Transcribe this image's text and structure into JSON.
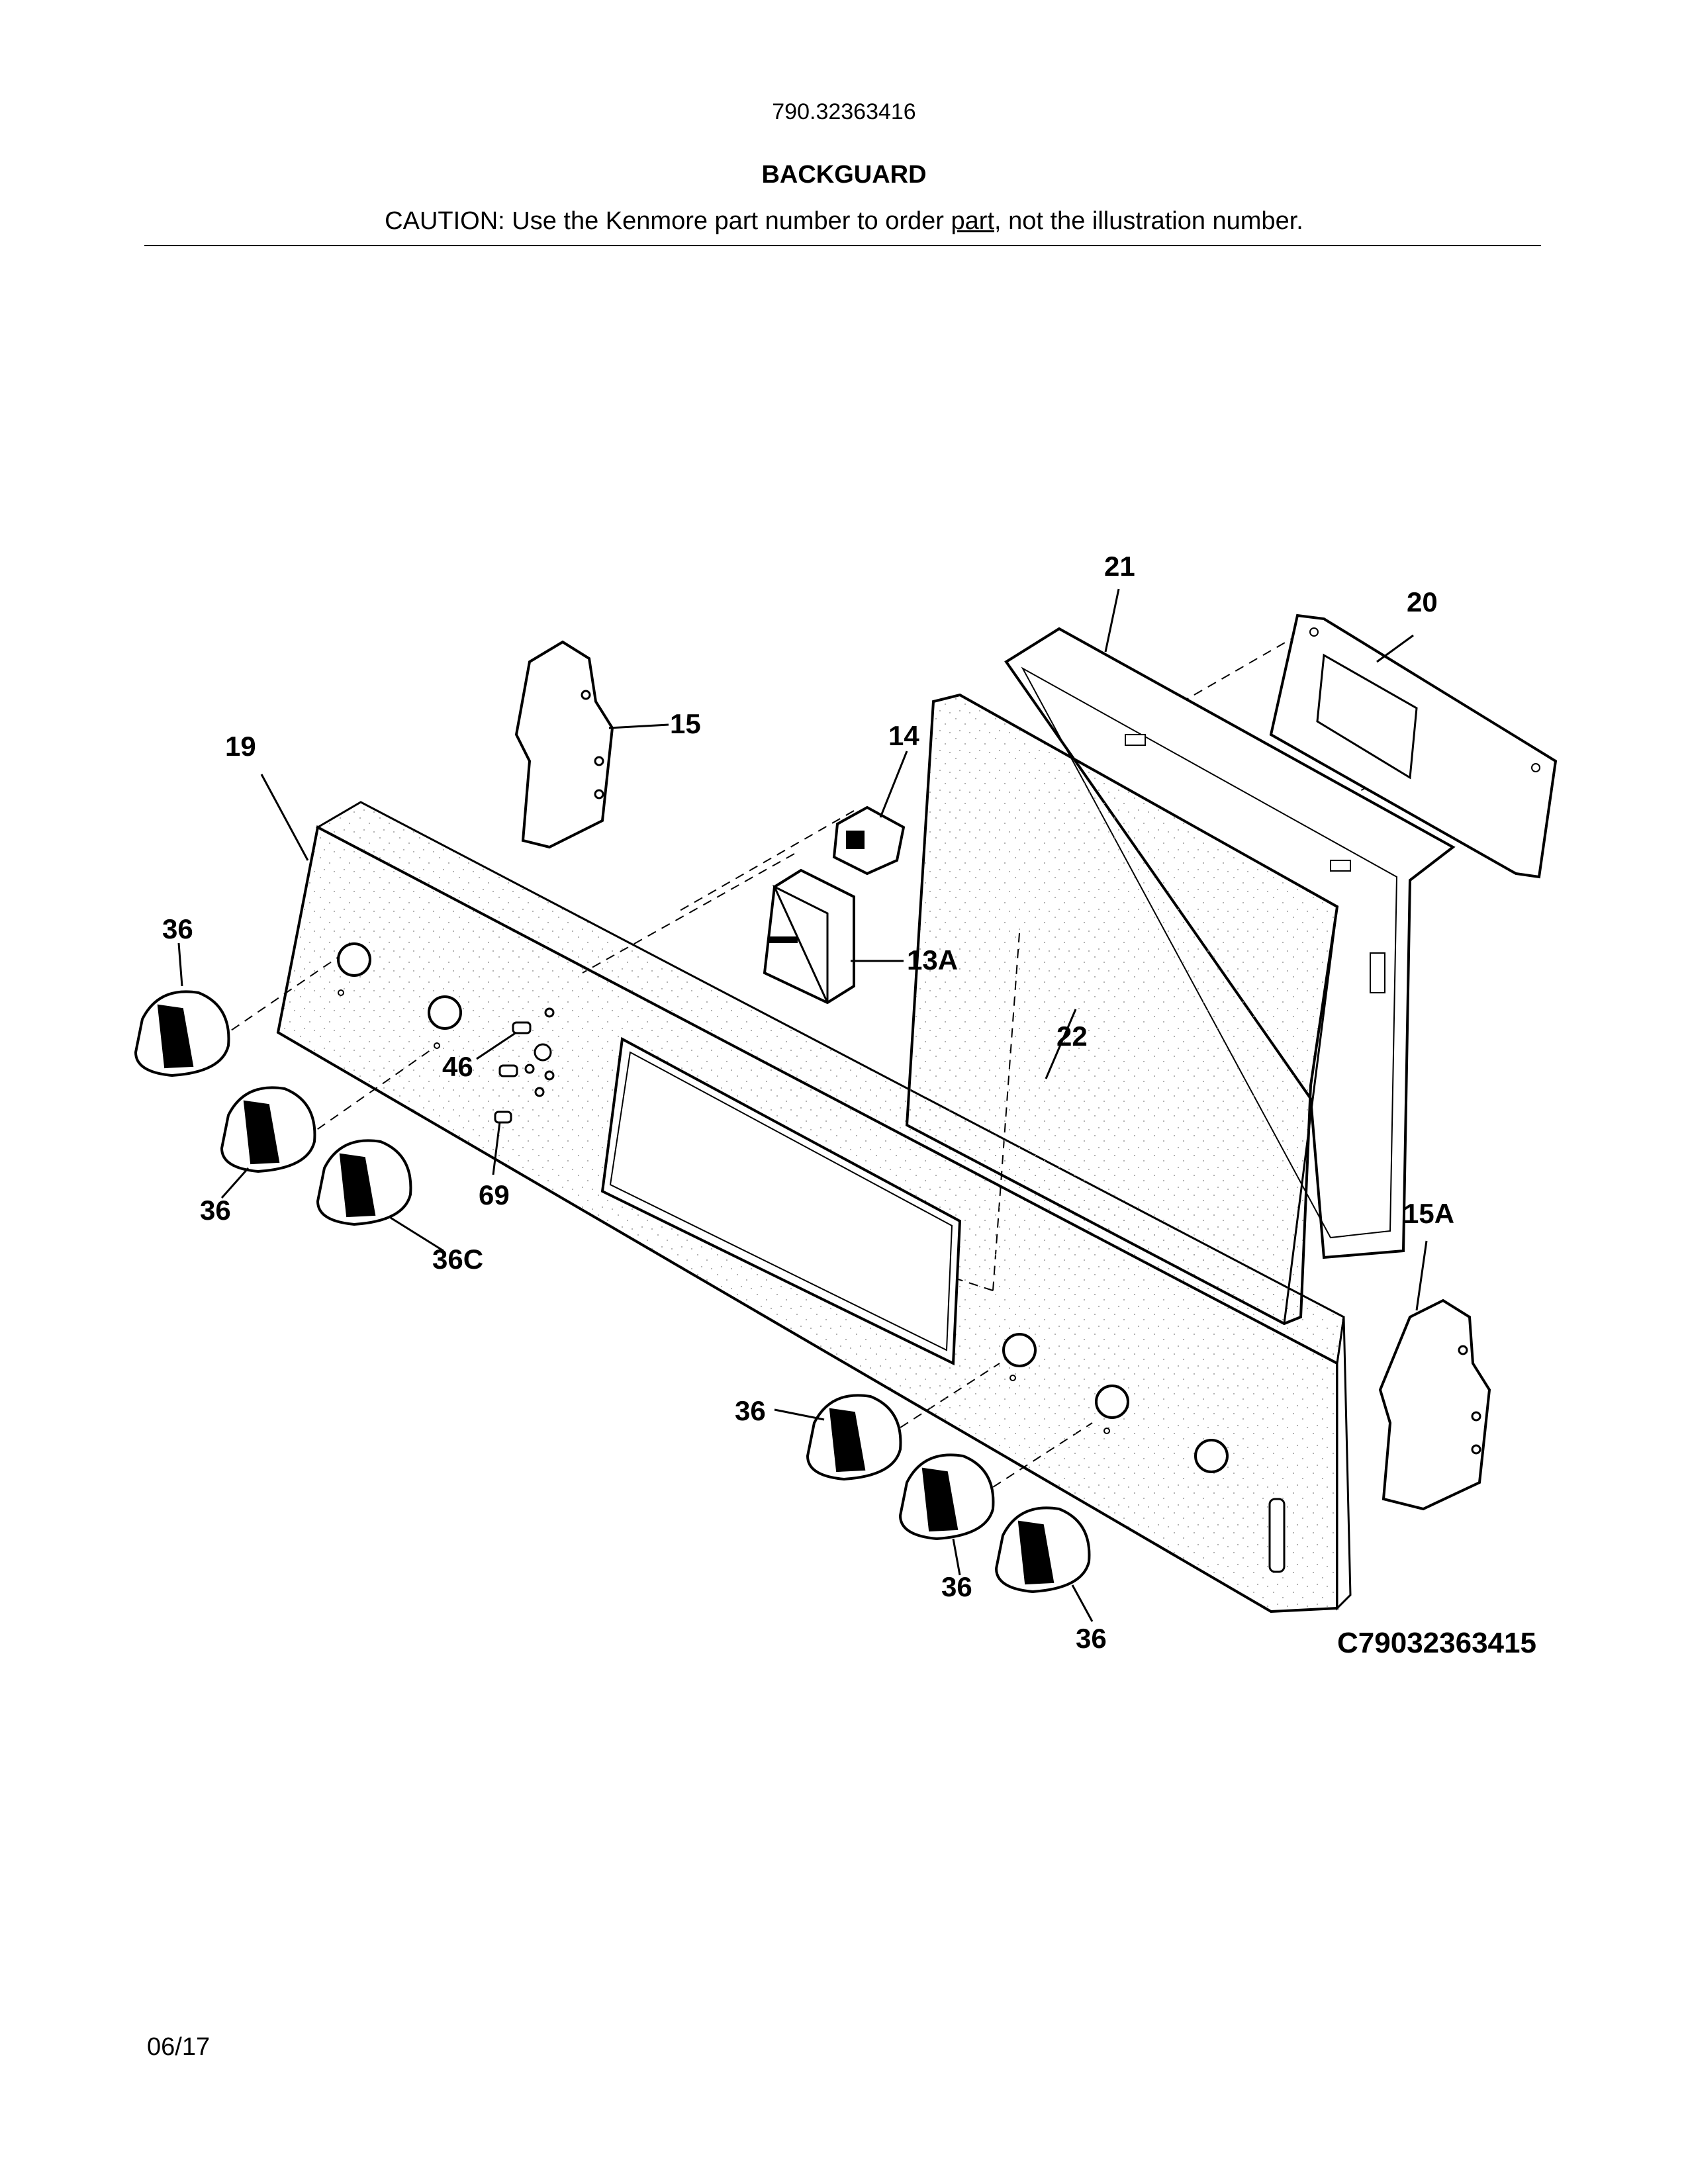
{
  "header": {
    "model_number": "790.32363416",
    "title": "BACKGUARD",
    "caution_prefix": "CAUTION: Use the Kenmore part number to order ",
    "caution_underlined": "part",
    "caution_suffix": ", not the illustration number."
  },
  "callouts": {
    "c19": "19",
    "c15": "15",
    "c14": "14",
    "c21": "21",
    "c20": "20",
    "c13a": "13A",
    "c22": "22",
    "c36_a": "36",
    "c36_b": "36",
    "c36c": "36C",
    "c46": "46",
    "c69": "69",
    "c15a": "15A",
    "c36_c": "36",
    "c36_d": "36",
    "c36_e": "36"
  },
  "figure_id": "C79032363415",
  "footer": {
    "date": "06/17"
  }
}
